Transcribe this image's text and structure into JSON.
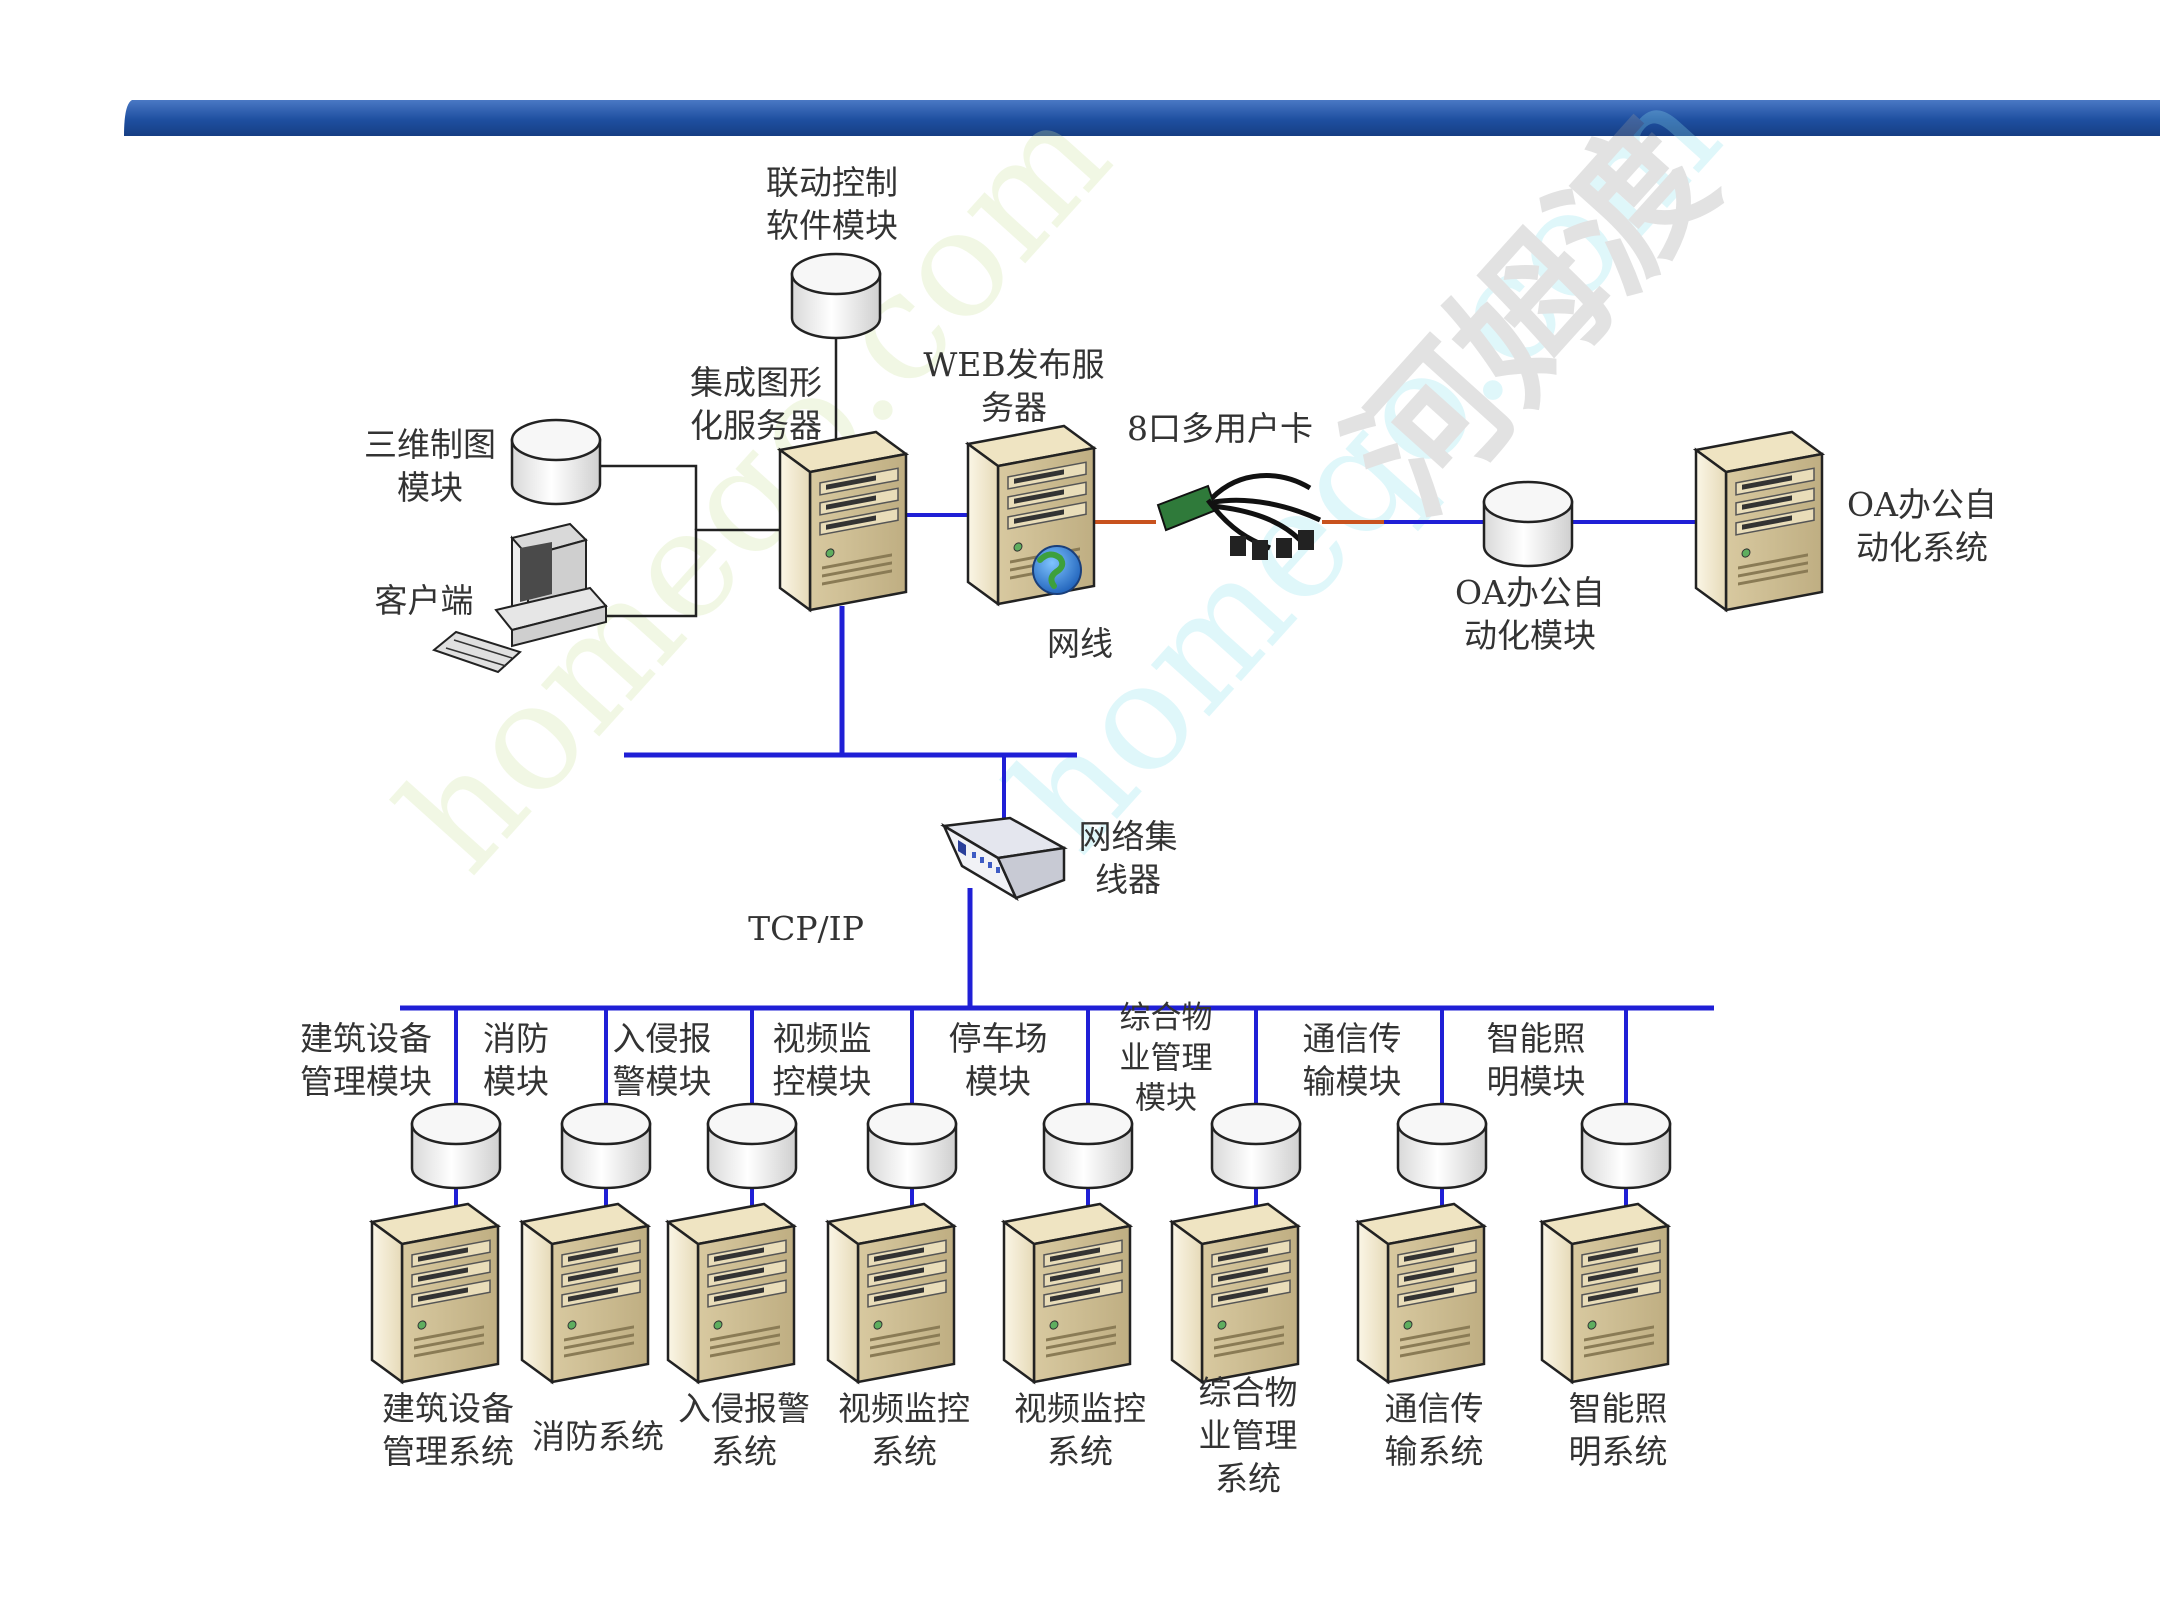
{
  "colors": {
    "header_bar": "#1e4fa0",
    "bus_line": "#1f1fd6",
    "link_blue": "#1f1fd6",
    "link_black": "#222222",
    "link_orange": "#c8521e",
    "server_body": "#f3ecd6",
    "server_dark": "#c9b98f",
    "db_fill": "#f2f2f2"
  },
  "top": {
    "linkage_module": "联动控制\n软件模块",
    "graphics_server": "集成图形\n化服务器",
    "web_server": "WEB发布服\n务器",
    "multiport_card": "8口多用户卡",
    "three_d_module": "三维制图\n模块",
    "client": "客户端",
    "net_cable": "网线",
    "oa_module": "OA办公自\n动化模块",
    "oa_system": "OA办公自\n动化系统",
    "hub": "网络集\n线器",
    "protocol": "TCP/IP"
  },
  "subsystems": [
    {
      "module": "建筑设备\n管理模块",
      "system": "建筑设备\n管理系统"
    },
    {
      "module": "消防\n模块",
      "system": "消防系统"
    },
    {
      "module": "入侵报\n警模块",
      "system": "入侵报警\n系统"
    },
    {
      "module": "视频监\n控模块",
      "system": "视频监控\n系统"
    },
    {
      "module": "停车场\n模块",
      "system": "视频监控\n系统"
    },
    {
      "module": "综合物\n业管理\n模块",
      "system": "综合物\n业管理\n系统"
    },
    {
      "module": "通信传\n输模块",
      "system": "通信传\n输系统"
    },
    {
      "module": "智能照\n明模块",
      "system": "智能照\n明系统"
    }
  ],
  "watermark": {
    "text1": "homeqo.com",
    "text2": "homeqo.com",
    "text3": "河姆渡"
  }
}
